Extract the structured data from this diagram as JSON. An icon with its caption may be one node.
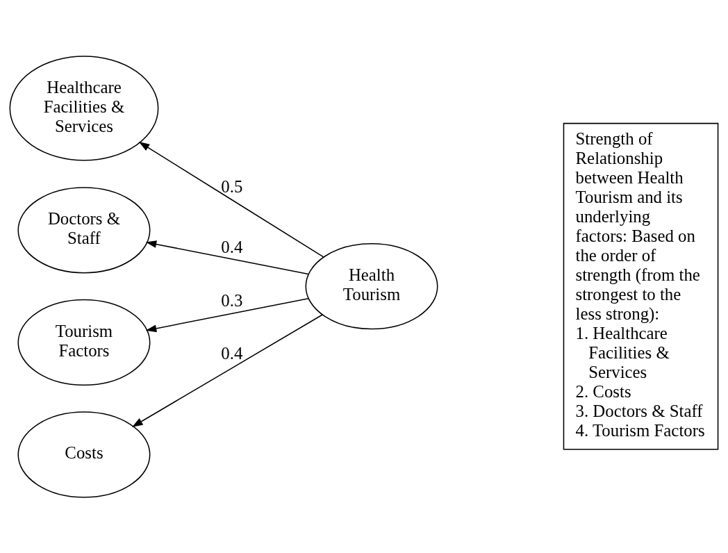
{
  "diagram": {
    "nodes": [
      {
        "text": [
          "Healthcare Facilities & Services"
        ]
      },
      {
        "text": [
          "Doctors & Staff"
        ]
      },
      {
        "text": [
          "Tourism Factors"
        ]
      },
      {
        "text": [
          "Costs"
        ]
      },
      {
        "text": [
          "Health Tourism"
        ]
      },
      {
        "text": [
          "Strength of Relationship between Health Tourism and its underlying factors: Based on the order of strength (from the strongest to the less strong):",
          "1. Healthcare Facilities & Services",
          "2. Costs",
          "3. Doctors & Staff",
          "4. Tourism Factors"
        ]
      }
    ],
    "edges": [
      {
        "from": 4,
        "to": 0,
        "arrow": "to",
        "label": "0.5"
      },
      {
        "from": 4,
        "to": 1,
        "arrow": "to",
        "label": "0.4"
      },
      {
        "from": 4,
        "to": 2,
        "arrow": "to",
        "label": "0.3"
      },
      {
        "from": 4,
        "to": 3,
        "arrow": "to",
        "label": "0.4"
      }
    ]
  }
}
